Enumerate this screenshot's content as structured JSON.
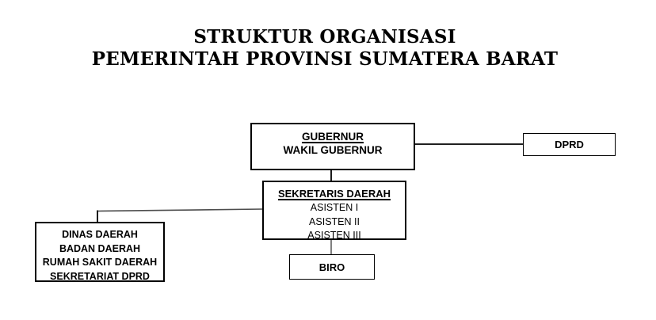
{
  "title": {
    "line1": "STRUKTUR ORGANISASI",
    "line2": "PEMERINTAH PROVINSI SUMATERA BARAT"
  },
  "org": {
    "gubernur": {
      "head": "GUBERNUR",
      "sub": "WAKIL GUBERNUR"
    },
    "dprd": {
      "label": "DPRD"
    },
    "sekretaris": {
      "head": "SEKRETARIS DAERAH",
      "items": [
        "ASISTEN I",
        "ASISTEN II",
        "ASISTEN III"
      ]
    },
    "daerah_units": {
      "lines": [
        "DINAS DAERAH",
        "BADAN DAERAH",
        "RUMAH SAKIT DAERAH",
        "SEKRETARIAT DPRD"
      ]
    },
    "biro": {
      "label": "BIRO"
    }
  },
  "colors": {
    "background": "#ffffff",
    "box_border": "#000000",
    "text": "#000000",
    "connector_black": "#000000",
    "connector_gray": "#808080",
    "connector_slant": "#4d4d4d"
  }
}
